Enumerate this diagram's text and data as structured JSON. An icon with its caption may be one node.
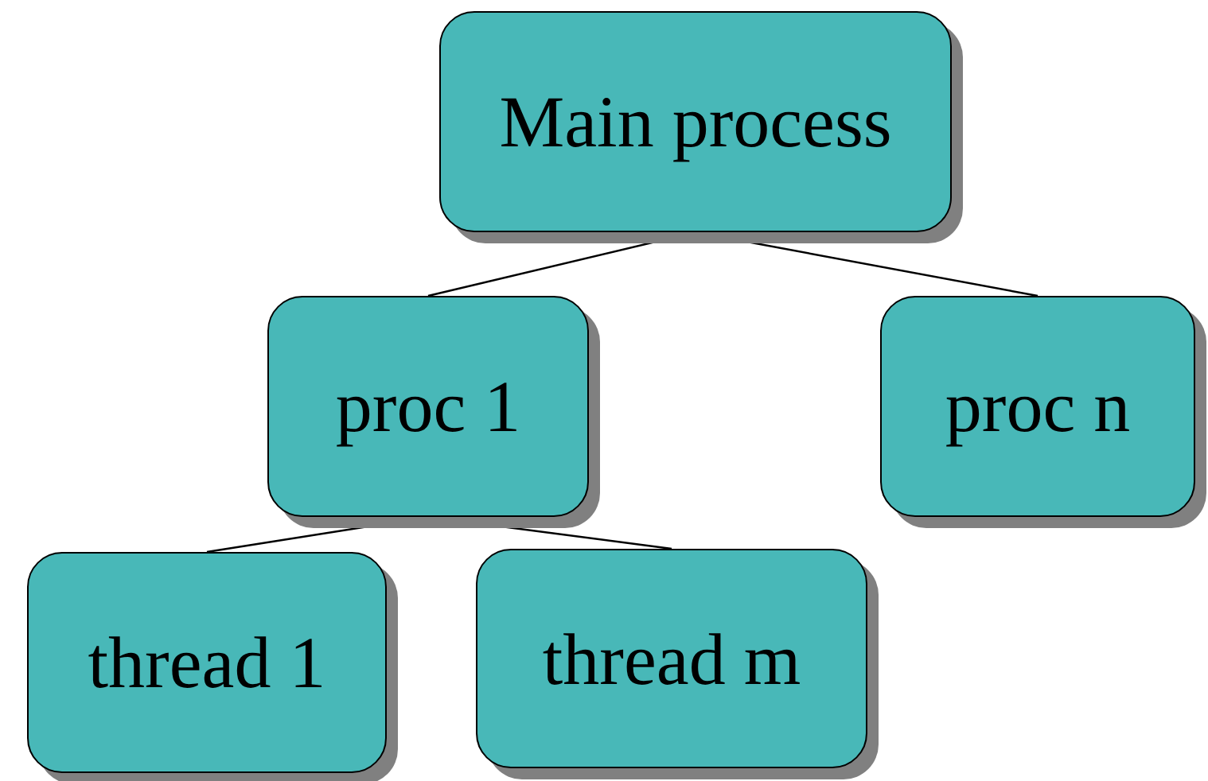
{
  "diagram": {
    "nodes": [
      {
        "text": [
          "Main process"
        ]
      },
      {
        "text": [
          "proc 1"
        ]
      },
      {
        "text": [
          "proc n"
        ]
      },
      {
        "text": [
          "thread 1"
        ]
      },
      {
        "text": [
          "thread m"
        ]
      }
    ],
    "edges": [
      {
        "from": 0,
        "to": 1,
        "arrow": "none"
      },
      {
        "from": 0,
        "to": 2,
        "arrow": "none"
      },
      {
        "from": 1,
        "to": 3,
        "arrow": "none"
      },
      {
        "from": 1,
        "to": 4,
        "arrow": "none"
      }
    ]
  }
}
